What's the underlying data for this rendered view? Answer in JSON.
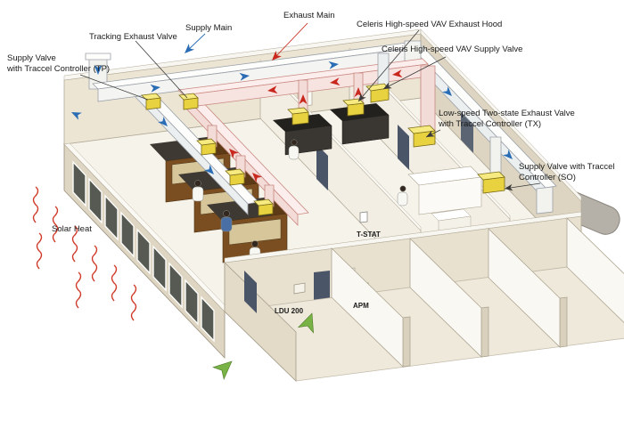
{
  "diagram": {
    "labels": {
      "supply_valve_tp_line1": "Supply Valve",
      "supply_valve_tp_line2": "with Traccel Controller (TP)",
      "tracking_exhaust_valve": "Tracking Exhaust Valve",
      "supply_main": "Supply Main",
      "exhaust_main": "Exhaust Main",
      "celeris_exhaust_hood": "Celeris High-speed VAV Exhaust Hood",
      "celeris_supply_valve": "Celeris High-speed VAV Supply Valve",
      "low_speed_tx_line1": "Low-speed Two-state Exhaust Valve",
      "low_speed_tx_line2": "with Traccel Controller (TX)",
      "supply_valve_so_line1": "Supply Valve with Traccel",
      "supply_valve_so_line2": "Controller (SO)",
      "solar_heat": "Solar Heat",
      "t_stat": "T-STAT",
      "ldu_200": "LDU 200",
      "apm": "APM"
    },
    "colors": {
      "supply": "#2a6db5",
      "exhaust": "#c8281e",
      "valve": "#e9d23f",
      "wall": "#e8e1d0",
      "wood": "#7a4e20",
      "entry_arrow": "#79b346",
      "label_red": "#cc4422"
    }
  }
}
